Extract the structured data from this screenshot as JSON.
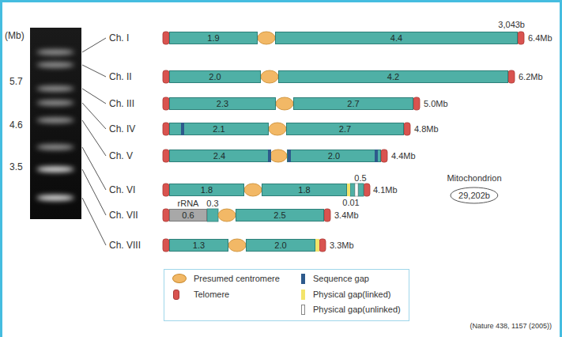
{
  "diagram": {
    "caption": "(Nature 438, 1157 (2005))",
    "nodes": [
      {
        "text": [
          "1.9"
        ]
      },
      {
        "text": [
          "4.4"
        ]
      },
      {
        "text": [
          "2.0"
        ]
      },
      {
        "text": [
          "4.2"
        ]
      },
      {
        "text": [
          "2.3"
        ]
      },
      {
        "text": [
          "2.7"
        ]
      },
      {
        "text": [
          "2.1"
        ]
      },
      {
        "text": [
          "2.7"
        ]
      },
      {
        "text": [
          "2.4"
        ]
      },
      {
        "text": [
          "2.0"
        ]
      },
      {
        "text": [
          "1.8"
        ]
      },
      {
        "text": [
          "1.8"
        ]
      },
      {
        "text": [
          "0.6"
        ]
      },
      {
        "text": [
          "2.5"
        ]
      },
      {
        "text": [
          "1.3"
        ]
      },
      {
        "text": [
          "2.0"
        ]
      },
      {
        "text": [
          "Mitochondrion",
          "29,202b"
        ]
      }
    ],
    "labels": [
      "(Mb)",
      "5.7",
      "4.6",
      "3.5",
      "Ch. I",
      "Ch. II",
      "Ch. III",
      "Ch. IV",
      "Ch. V",
      "Ch. VI",
      "Ch. VII",
      "Ch. VIII",
      "3,043b",
      "6.4Mb",
      "6.2Mb",
      "5.0Mb",
      "4.8Mb",
      "4.4Mb",
      "0.5",
      "0.01",
      "4.1Mb",
      "rRNA",
      "0.3",
      "3.4Mb",
      "3.3Mb"
    ],
    "legend": [
      {
        "text": "Presumed centromere",
        "color": "#f2b866"
      },
      {
        "text": "Telomere",
        "color": "#d9534f"
      },
      {
        "text": "Sequence gap",
        "color": "#2e5a8c"
      },
      {
        "text": "Physical gap(linked)",
        "color": "#f3e46a"
      },
      {
        "text": "Physical gap(unlinked)",
        "color": "#ffffff"
      }
    ]
  }
}
